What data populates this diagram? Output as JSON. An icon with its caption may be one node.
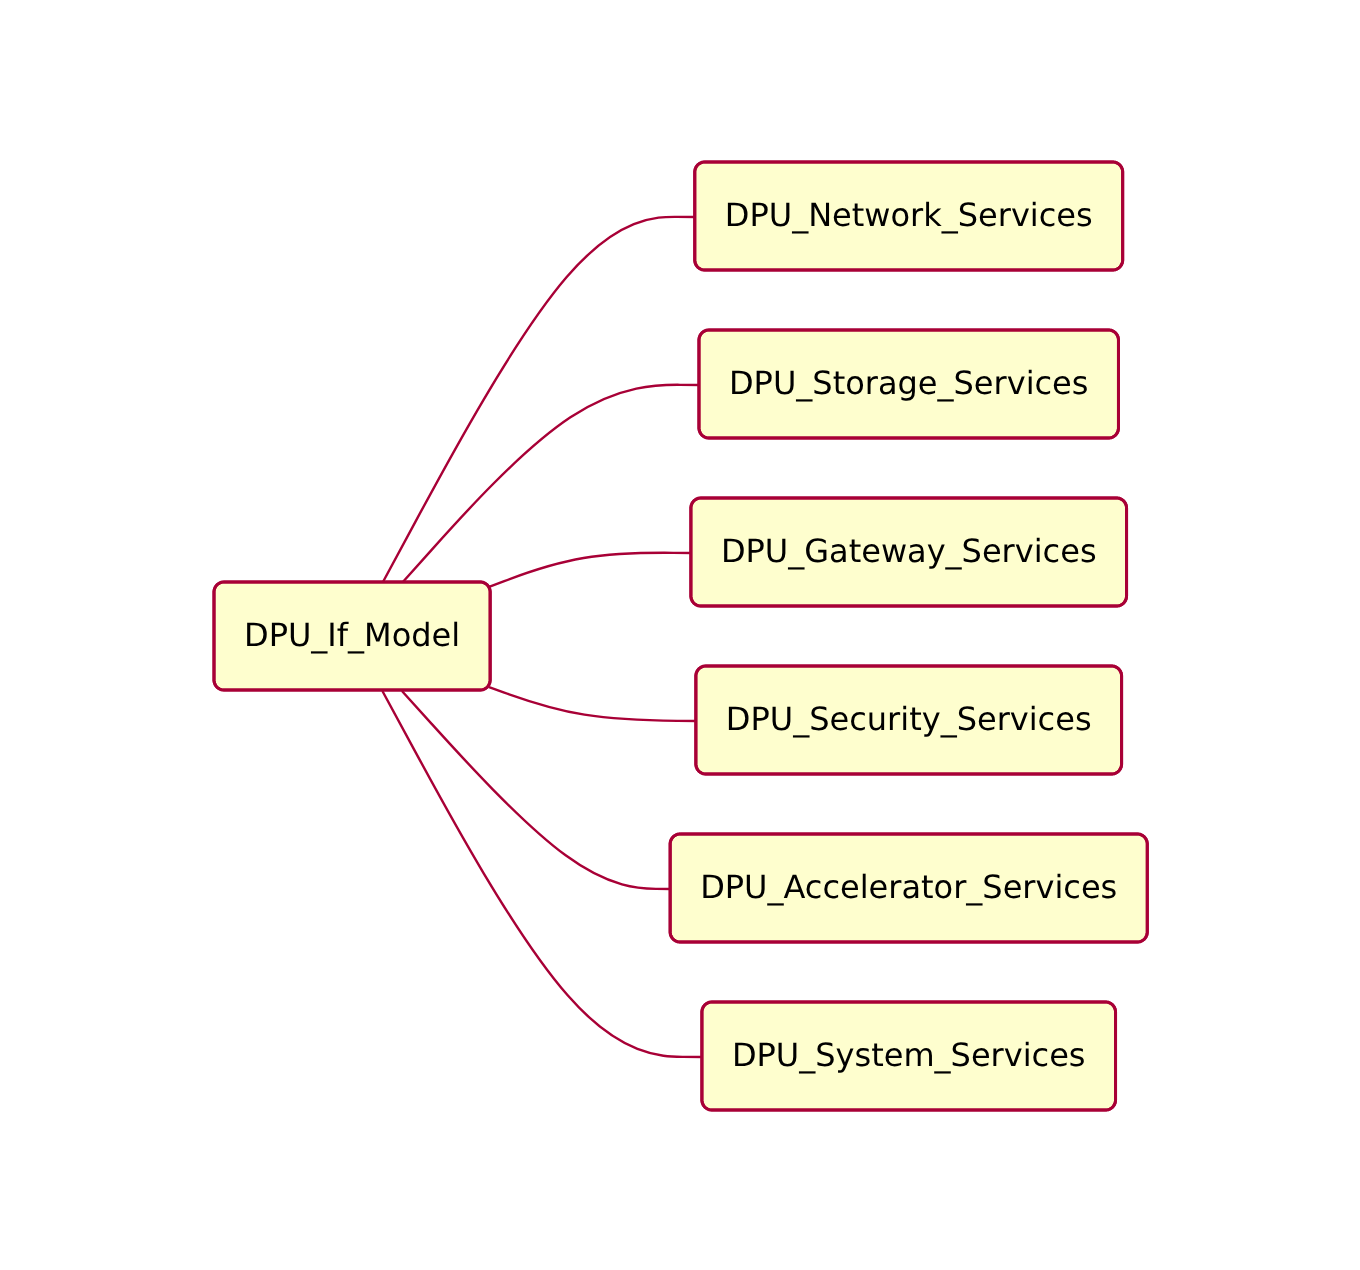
{
  "diagram": {
    "nodes": [
      {
        "text": [
          "DPU_If_Model"
        ]
      },
      {
        "text": [
          "DPU_Network_Services"
        ]
      },
      {
        "text": [
          "DPU_Storage_Services"
        ]
      },
      {
        "text": [
          "DPU_Gateway_Services"
        ]
      },
      {
        "text": [
          "DPU_Security_Services"
        ]
      },
      {
        "text": [
          "DPU_Accelerator_Services"
        ]
      },
      {
        "text": [
          "DPU_System_Services"
        ]
      }
    ],
    "edges": [
      {
        "from": 0,
        "to": 1,
        "arrow": "none"
      },
      {
        "from": 0,
        "to": 2,
        "arrow": "none"
      },
      {
        "from": 0,
        "to": 3,
        "arrow": "none"
      },
      {
        "from": 0,
        "to": 4,
        "arrow": "none"
      },
      {
        "from": 0,
        "to": 5,
        "arrow": "none"
      },
      {
        "from": 0,
        "to": 6,
        "arrow": "none"
      }
    ]
  }
}
